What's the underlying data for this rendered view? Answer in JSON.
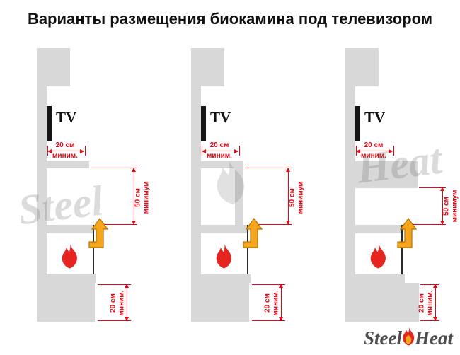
{
  "title": "Варианты размещения биокамина под телевизором",
  "watermark": {
    "left": "Steel",
    "right": "Heat",
    "icon": "flame-icon"
  },
  "logo": {
    "left": "Steel",
    "right": "Heat",
    "icon": "flame-icon"
  },
  "colors": {
    "wall_gray": "#d8d8d8",
    "dimension_red": "#e30613",
    "flame_red": "#e52620",
    "arrow_orange": "#f7a51d",
    "logo_gray": "#4d4d4d"
  },
  "panels": [
    {
      "name": "variant-1",
      "tv_label": "TV",
      "dims": {
        "top": {
          "l1": "20 см",
          "l2": "миним."
        },
        "middle": {
          "l1": "50 см",
          "l2": "минимум"
        },
        "bottom": {
          "l1": "20 см",
          "l2": "миним."
        }
      }
    },
    {
      "name": "variant-2",
      "tv_label": "TV",
      "dims": {
        "top": {
          "l1": "20 см",
          "l2": "миним."
        },
        "middle": {
          "l1": "50 см",
          "l2": "минимум"
        },
        "bottom": {
          "l1": "20 см",
          "l2": "миним."
        }
      }
    },
    {
      "name": "variant-3",
      "tv_label": "TV",
      "dims": {
        "top": {
          "l1": "20 см",
          "l2": "миним."
        },
        "middle": {
          "l1": "50 см",
          "l2": "минимум"
        },
        "bottom": {
          "l1": "20 см",
          "l2": "миним."
        }
      }
    }
  ]
}
